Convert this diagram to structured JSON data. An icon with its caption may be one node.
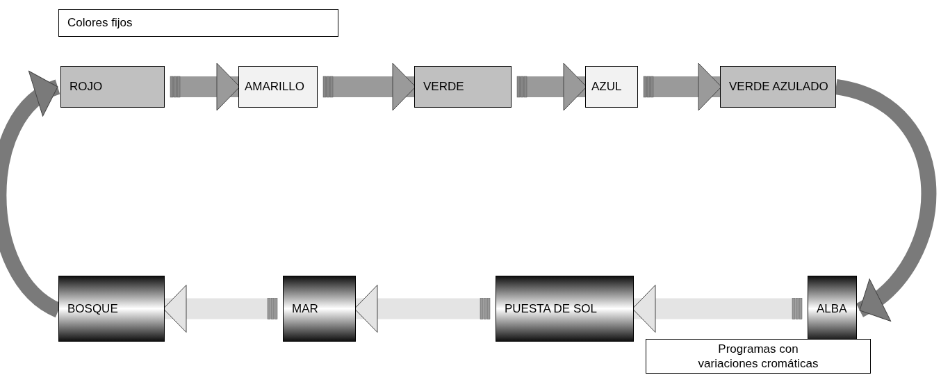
{
  "diagram": {
    "nodes": [
      {
        "text": [
          "Colores fijos"
        ]
      },
      {
        "text": [
          "ROJO"
        ]
      },
      {
        "text": [
          "AMARILLO"
        ]
      },
      {
        "text": [
          "VERDE"
        ]
      },
      {
        "text": [
          "AZUL"
        ]
      },
      {
        "text": [
          "VERDE AZULADO"
        ]
      },
      {
        "text": [
          "BOSQUE"
        ]
      },
      {
        "text": [
          "MAR"
        ]
      },
      {
        "text": [
          "PUESTA DE SOL"
        ]
      },
      {
        "text": [
          "ALBA"
        ]
      },
      {
        "text": [
          "Programas con variaciones cromáticas"
        ]
      }
    ],
    "edges": [
      {
        "from": 1,
        "to": 2,
        "arrow": "to"
      },
      {
        "from": 2,
        "to": 3,
        "arrow": "to"
      },
      {
        "from": 3,
        "to": 4,
        "arrow": "to"
      },
      {
        "from": 4,
        "to": 5,
        "arrow": "to"
      },
      {
        "from": 5,
        "to": 9,
        "arrow": "to"
      },
      {
        "from": 9,
        "to": 8,
        "arrow": "to"
      },
      {
        "from": 8,
        "to": 7,
        "arrow": "to"
      },
      {
        "from": 7,
        "to": 6,
        "arrow": "to"
      },
      {
        "from": 6,
        "to": 1,
        "arrow": "to"
      }
    ]
  }
}
